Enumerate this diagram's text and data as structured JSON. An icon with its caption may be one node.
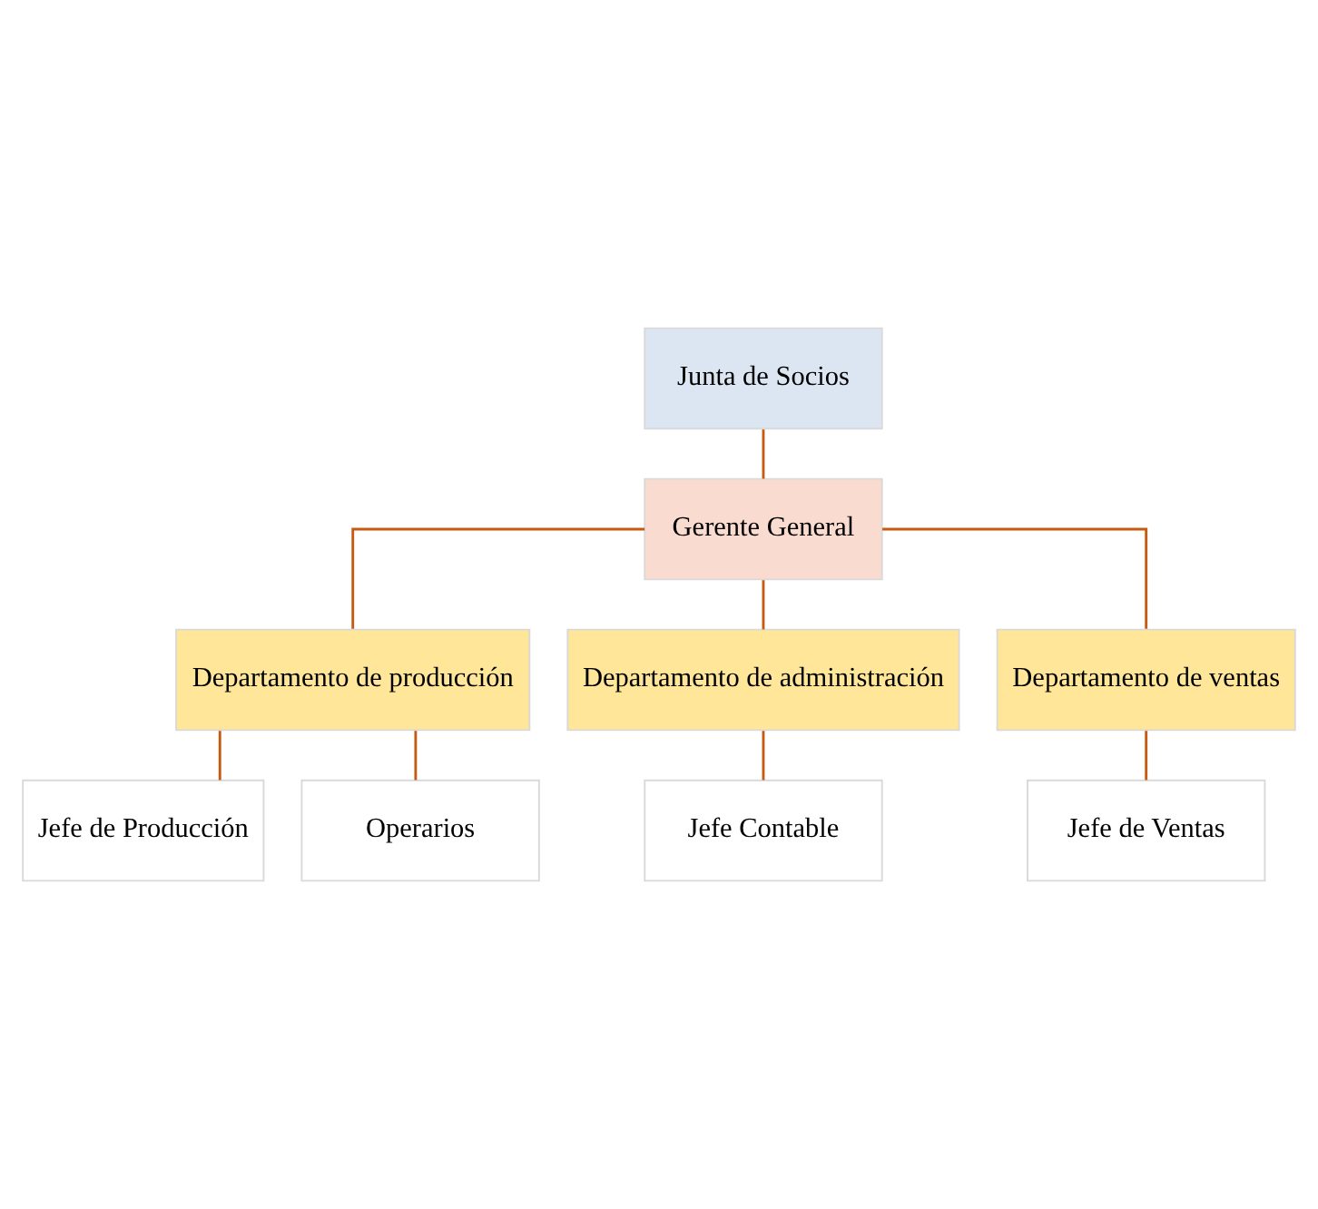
{
  "diagram": {
    "nodes": [
      {
        "text": [
          "Junta de Socios"
        ]
      },
      {
        "text": [
          "Gerente General"
        ]
      },
      {
        "text": [
          "Departamento de producción"
        ]
      },
      {
        "text": [
          "Departamento de administración"
        ]
      },
      {
        "text": [
          "Departamento de ventas"
        ]
      },
      {
        "text": [
          "Jefe de Producción"
        ]
      },
      {
        "text": [
          "Operarios"
        ]
      },
      {
        "text": [
          "Jefe Contable"
        ]
      },
      {
        "text": [
          "Jefe de Ventas"
        ]
      }
    ],
    "edges": [
      {
        "from": 0,
        "to": 1,
        "arrow": "none"
      },
      {
        "from": 1,
        "to": 2,
        "arrow": "none"
      },
      {
        "from": 1,
        "to": 3,
        "arrow": "none"
      },
      {
        "from": 1,
        "to": 4,
        "arrow": "none"
      },
      {
        "from": 2,
        "to": 5,
        "arrow": "none"
      },
      {
        "from": 2,
        "to": 6,
        "arrow": "none"
      },
      {
        "from": 3,
        "to": 7,
        "arrow": "none"
      },
      {
        "from": 4,
        "to": 8,
        "arrow": "none"
      }
    ]
  }
}
